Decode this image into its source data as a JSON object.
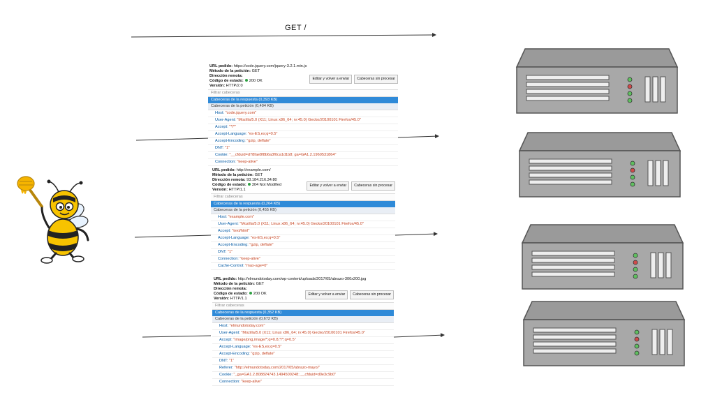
{
  "diagram": {
    "title": "GET /",
    "client": {
      "icon": "bee-mascot-icon"
    },
    "servers": [
      {
        "icon": "server-icon"
      },
      {
        "icon": "server-icon"
      },
      {
        "icon": "server-icon"
      },
      {
        "icon": "server-icon"
      }
    ]
  },
  "panels": [
    {
      "meta": {
        "url_label": "URL pedido:",
        "url": "https://code.jquery.com/jquery-3.2.1.min.js",
        "method_label": "Método de la petición:",
        "method": "GET",
        "remote_label": "Dirección remota:",
        "remote": "",
        "status_label": "Código de estado:",
        "status": "200 OK",
        "version_label": "Versión:",
        "version": "HTTP/2.0"
      },
      "buttons": {
        "edit": "Editar y volver a enviar",
        "raw": "Cabeceras sin procesar"
      },
      "filter": "Filtrar cabeceras",
      "response_section": "Cabeceras de la respuesta (0,393 KB)",
      "request_section": "Cabeceras de la petición (0,404 KB)",
      "headers": [
        {
          "k": "Host:",
          "v": "\"code.jquery.com\""
        },
        {
          "k": "User-Agent:",
          "v": "\"Mozilla/5.0 (X11; Linux x86_64; rv:45.0) Gecko/20100101 Firefox/45.0\""
        },
        {
          "k": "Accept:",
          "v": "\"*/*\""
        },
        {
          "k": "Accept-Language:",
          "v": "\"es-ES,es;q=0.5\""
        },
        {
          "k": "Accept-Encoding:",
          "v": "\"gzip, deflate\""
        },
        {
          "k": "DNT:",
          "v": "\"1\""
        },
        {
          "k": "Cookie:",
          "v": "\"__cfduid=d78fae8f8b6a3f0ca1d1b8; ga=GA1.2.1960531864\""
        },
        {
          "k": "Connection:",
          "v": "\"keep-alive\""
        }
      ]
    },
    {
      "meta": {
        "url_label": "URL pedido:",
        "url": "http://example.com/",
        "method_label": "Método de la petición:",
        "method": "GET",
        "remote_label": "Dirección remota:",
        "remote": "93.184.216.34:80",
        "status_label": "Código de estado:",
        "status": "304 Not Modified",
        "version_label": "Versión:",
        "version": "HTTP/1.1"
      },
      "buttons": {
        "edit": "Editar y volver a enviar",
        "raw": "Cabeceras sin procesar"
      },
      "filter": "Filtrar cabeceras",
      "response_section": "Cabeceras de la respuesta (0,264 KB)",
      "request_section": "Cabeceras de la petición (0,455 KB)",
      "headers": [
        {
          "k": "Host:",
          "v": "\"example.com\""
        },
        {
          "k": "User-Agent:",
          "v": "\"Mozilla/5.0 (X11; Linux x86_64; rv:45.0) Gecko/20100101 Firefox/45.0\""
        },
        {
          "k": "Accept:",
          "v": "\"text/html\""
        },
        {
          "k": "Accept-Language:",
          "v": "\"es-ES,es;q=0.5\""
        },
        {
          "k": "Accept-Encoding:",
          "v": "\"gzip, deflate\""
        },
        {
          "k": "DNT:",
          "v": "\"1\""
        },
        {
          "k": "Connection:",
          "v": "\"keep-alive\""
        },
        {
          "k": "Cache-Control:",
          "v": "\"max-age=0\""
        }
      ]
    },
    {
      "meta": {
        "url_label": "URL pedido:",
        "url": "http://elmundotoday.com/wp-content/uploads/2017/05/abrazo-300x200.jpg",
        "method_label": "Método de la petición:",
        "method": "GET",
        "remote_label": "Dirección remota:",
        "remote": "",
        "status_label": "Código de estado:",
        "status": "200 OK",
        "version_label": "Versión:",
        "version": "HTTP/1.1"
      },
      "buttons": {
        "edit": "Editar y volver a enviar",
        "raw": "Cabeceras sin procesar"
      },
      "filter": "Filtrar cabeceras",
      "response_section": "Cabeceras de la respuesta (0,352 KB)",
      "request_section": "Cabeceras de la petición (0,672 KB)",
      "headers": [
        {
          "k": "Host:",
          "v": "\"elmundotoday.com\""
        },
        {
          "k": "User-Agent:",
          "v": "\"Mozilla/5.0 (X11; Linux x86_64; rv:45.0) Gecko/20100101 Firefox/45.0\""
        },
        {
          "k": "Accept:",
          "v": "\"image/png,image/*;q=0.8,*/*;q=0.5\""
        },
        {
          "k": "Accept-Language:",
          "v": "\"es-ES,es;q=0.5\""
        },
        {
          "k": "Accept-Encoding:",
          "v": "\"gzip, deflate\""
        },
        {
          "k": "DNT:",
          "v": "\"1\""
        },
        {
          "k": "Referer:",
          "v": "\"http://elmundotoday.com/2017/05/abrazo-mayo/\""
        },
        {
          "k": "Cookie:",
          "v": "\"_ga=GA1.2.808824743.1494500248; __cfduid=d0e3c9b0\""
        },
        {
          "k": "Connection:",
          "v": "\"keep-alive\""
        }
      ]
    }
  ],
  "colors": {
    "arrow": "#333333",
    "response_header_bar": "#2f8ad8",
    "header_key": "#0058a3",
    "header_value": "#c6421f",
    "server_body": "#a6a6a6",
    "status_ok": "#2ea043"
  }
}
